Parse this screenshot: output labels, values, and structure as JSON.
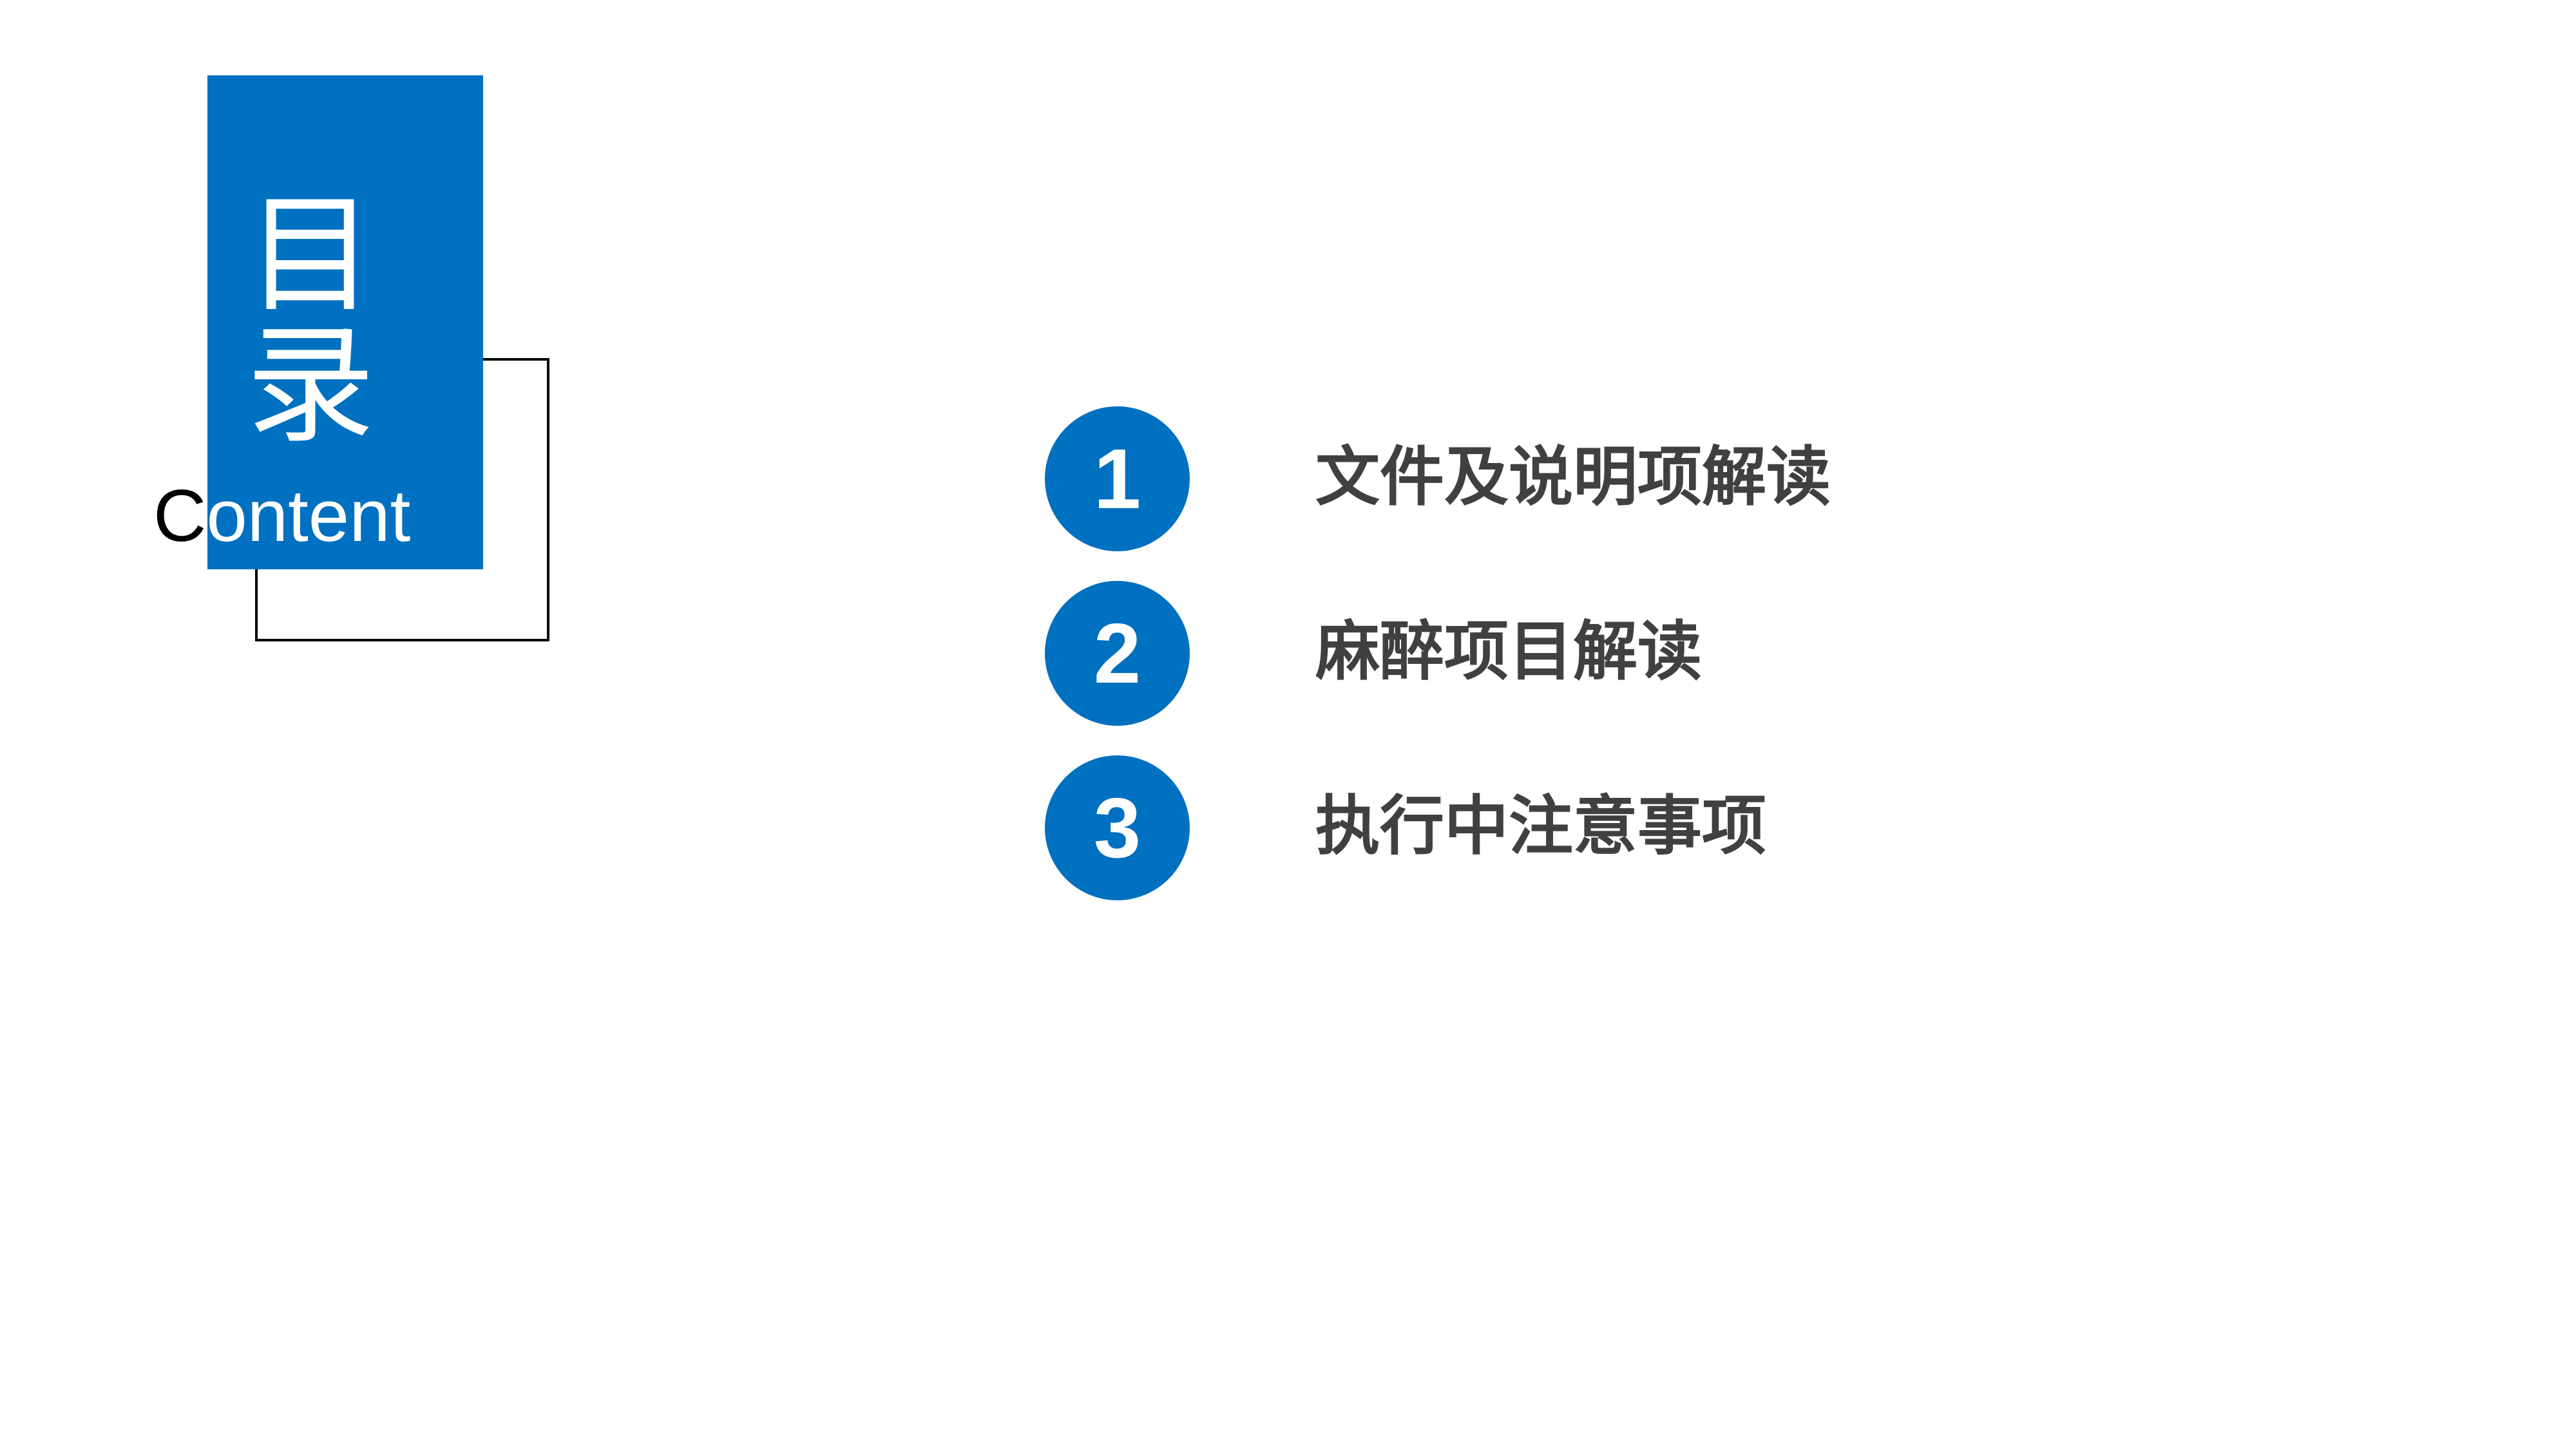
{
  "title": {
    "chars": [
      "目",
      "录"
    ],
    "subtitle_first": "C",
    "subtitle_rest": "ontent"
  },
  "colors": {
    "accent": "#0070C0",
    "text": "#404040",
    "outline": "#000000"
  },
  "items": [
    {
      "number": "1",
      "label": "文件及说明项解读"
    },
    {
      "number": "2",
      "label": "麻醉项目解读"
    },
    {
      "number": "3",
      "label": "执行中注意事项"
    }
  ]
}
